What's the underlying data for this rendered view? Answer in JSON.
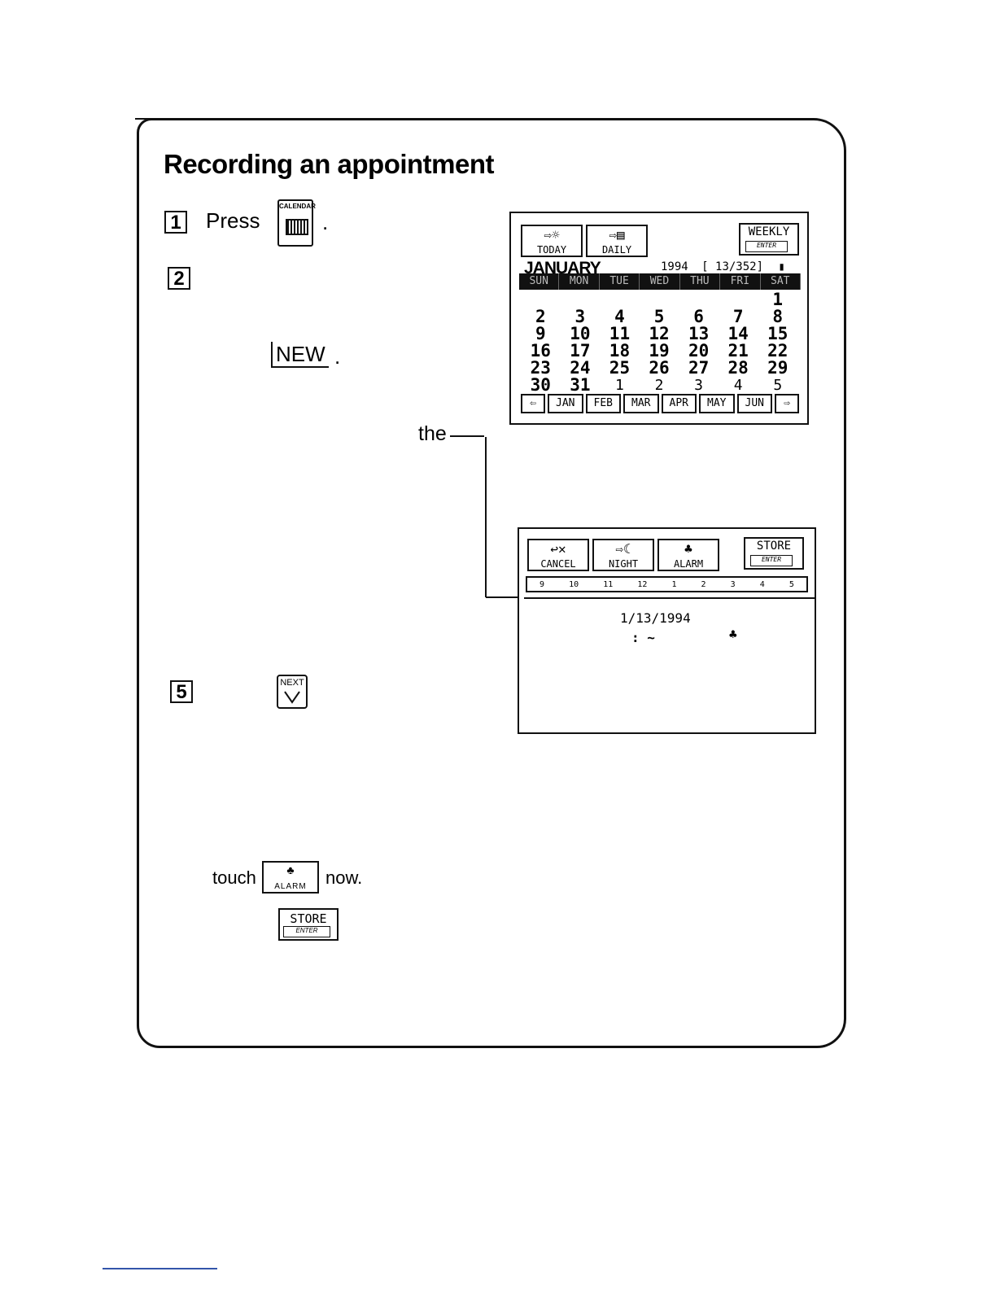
{
  "heading": "Recording an appointment",
  "steps": [
    {
      "num": "1",
      "text": "Press",
      "end": "."
    },
    {
      "num": "2"
    },
    {
      "num": "5"
    }
  ],
  "keys": {
    "calendar_label": "CALENDAR",
    "new_label": "NEW",
    "new_end": ".",
    "next_label": "NEXT"
  },
  "pointer_text": "the",
  "touch_line": {
    "before": "touch",
    "after": "now.",
    "alarm_label": "ALARM"
  },
  "store_key": {
    "label": "STORE",
    "sub": "ENTER"
  },
  "screen1": {
    "buttons": {
      "today": "TODAY",
      "daily": "DAILY",
      "weekly": "WEEKLY",
      "enter": "ENTER"
    },
    "month": "JANUARY",
    "year": "1994",
    "day_of_year": "[ 13/352]",
    "weekdays": [
      "SUN",
      "MON",
      "TUE",
      "WED",
      "THU",
      "FRI",
      "SAT"
    ],
    "weeks": [
      [
        "",
        "",
        "",
        "",
        "",
        "",
        "1"
      ],
      [
        "2",
        "3",
        "4",
        "5",
        "6",
        "7",
        "8"
      ],
      [
        "9",
        "10",
        "11",
        "12",
        "13",
        "14",
        "15"
      ],
      [
        "16",
        "17",
        "18",
        "19",
        "20",
        "21",
        "22"
      ],
      [
        "23",
        "24",
        "25",
        "26",
        "27",
        "28",
        "29"
      ],
      [
        "30",
        "31",
        "1",
        "2",
        "3",
        "4",
        "5"
      ]
    ],
    "tabs": [
      "JAN",
      "FEB",
      "MAR",
      "APR",
      "MAY",
      "JUN"
    ]
  },
  "screen2": {
    "buttons": {
      "cancel": "CANCEL",
      "night": "NIGHT",
      "alarm": "ALARM",
      "store": "STORE",
      "enter": "ENTER"
    },
    "ruler": [
      "9",
      "10",
      "11",
      "12",
      "1",
      "2",
      "3",
      "4",
      "5"
    ],
    "date": "1/13/1994",
    "time_sep": ": ~"
  }
}
